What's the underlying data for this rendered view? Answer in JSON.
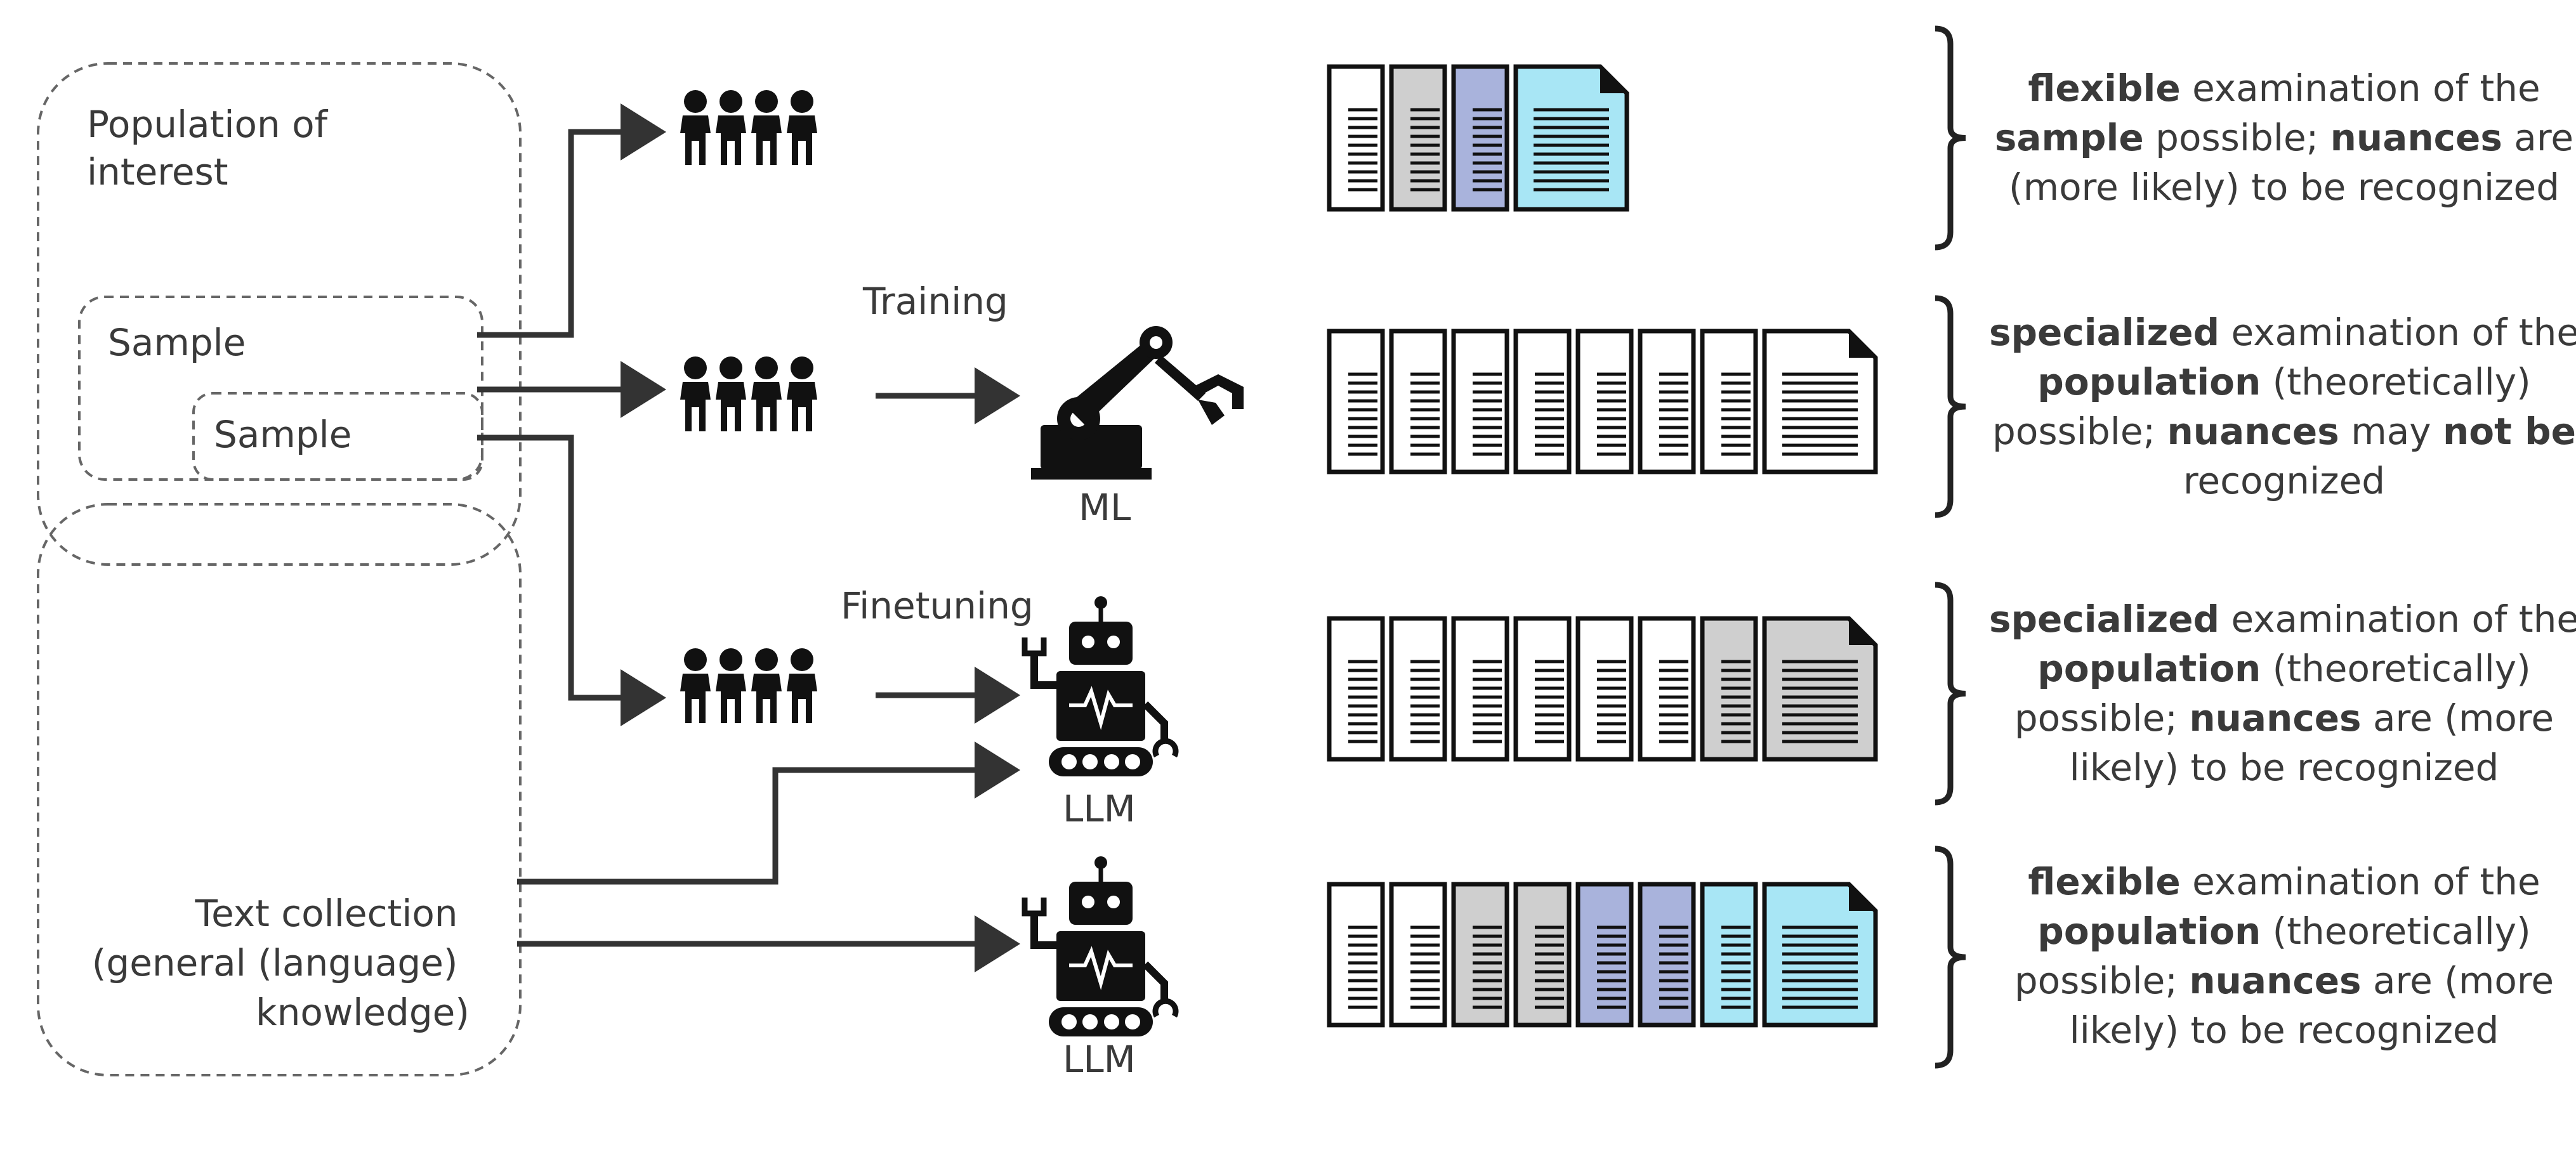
{
  "left_panel": {
    "population_label": [
      "Population of",
      "interest"
    ],
    "sample_label_1": "Sample",
    "sample_label_2": "Sample",
    "text_collection_label": [
      "Text collection",
      "(general (language)",
      "knowledge)"
    ]
  },
  "step_labels": {
    "training": "Training",
    "finetuning": "Finetuning",
    "ml": "ML",
    "llm_1": "LLM",
    "llm_2": "LLM"
  },
  "document_colors": {
    "white": "#ffffff",
    "gray": "#cfcfcf",
    "blue": "#a9b3dc",
    "cyan": "#a8e6f5"
  },
  "rows": [
    {
      "doc_stack": [
        "white",
        "gray",
        "blue",
        "cyan"
      ],
      "description": [
        [
          {
            "t": "flexible",
            "b": true
          },
          {
            "t": " examination of the",
            "b": false
          }
        ],
        [
          {
            "t": "sample",
            "b": true
          },
          {
            "t": " possible; ",
            "b": false
          },
          {
            "t": "nuances",
            "b": true
          },
          {
            "t": " are",
            "b": false
          }
        ],
        [
          {
            "t": "(more likely) to be recognized",
            "b": false
          }
        ]
      ]
    },
    {
      "doc_stack": [
        "white",
        "white",
        "white",
        "white",
        "white",
        "white",
        "white",
        "white"
      ],
      "description": [
        [
          {
            "t": "specialized",
            "b": true
          },
          {
            "t": " examination of the",
            "b": false
          }
        ],
        [
          {
            "t": "population",
            "b": true
          },
          {
            "t": " (theoretically)",
            "b": false
          }
        ],
        [
          {
            "t": "possible; ",
            "b": false
          },
          {
            "t": "nuances",
            "b": true
          },
          {
            "t": " may ",
            "b": false
          },
          {
            "t": "not be",
            "b": true
          }
        ],
        [
          {
            "t": "recognized",
            "b": false
          }
        ]
      ]
    },
    {
      "doc_stack": [
        "white",
        "white",
        "white",
        "white",
        "white",
        "white",
        "gray",
        "gray"
      ],
      "description": [
        [
          {
            "t": "specialized",
            "b": true
          },
          {
            "t": " examination of the",
            "b": false
          }
        ],
        [
          {
            "t": "population",
            "b": true
          },
          {
            "t": " (theoretically)",
            "b": false
          }
        ],
        [
          {
            "t": "possible; ",
            "b": false
          },
          {
            "t": "nuances",
            "b": true
          },
          {
            "t": " are (more",
            "b": false
          }
        ],
        [
          {
            "t": "likely) to be recognized",
            "b": false
          }
        ]
      ]
    },
    {
      "doc_stack": [
        "white",
        "white",
        "gray",
        "gray",
        "blue",
        "blue",
        "cyan",
        "cyan"
      ],
      "description": [
        [
          {
            "t": "flexible",
            "b": true
          },
          {
            "t": " examination of the",
            "b": false
          }
        ],
        [
          {
            "t": "population",
            "b": true
          },
          {
            "t": " (theoretically)",
            "b": false
          }
        ],
        [
          {
            "t": "possible; ",
            "b": false
          },
          {
            "t": "nuances",
            "b": true
          },
          {
            "t": " are (more",
            "b": false
          }
        ],
        [
          {
            "t": "likely) to be recognized",
            "b": false
          }
        ]
      ]
    }
  ],
  "icons": {
    "people_group": "people-group-icon",
    "robot_arm": "robot-arm-icon",
    "robot": "robot-icon",
    "document": "document-icon",
    "bracket": "curly-bracket"
  }
}
